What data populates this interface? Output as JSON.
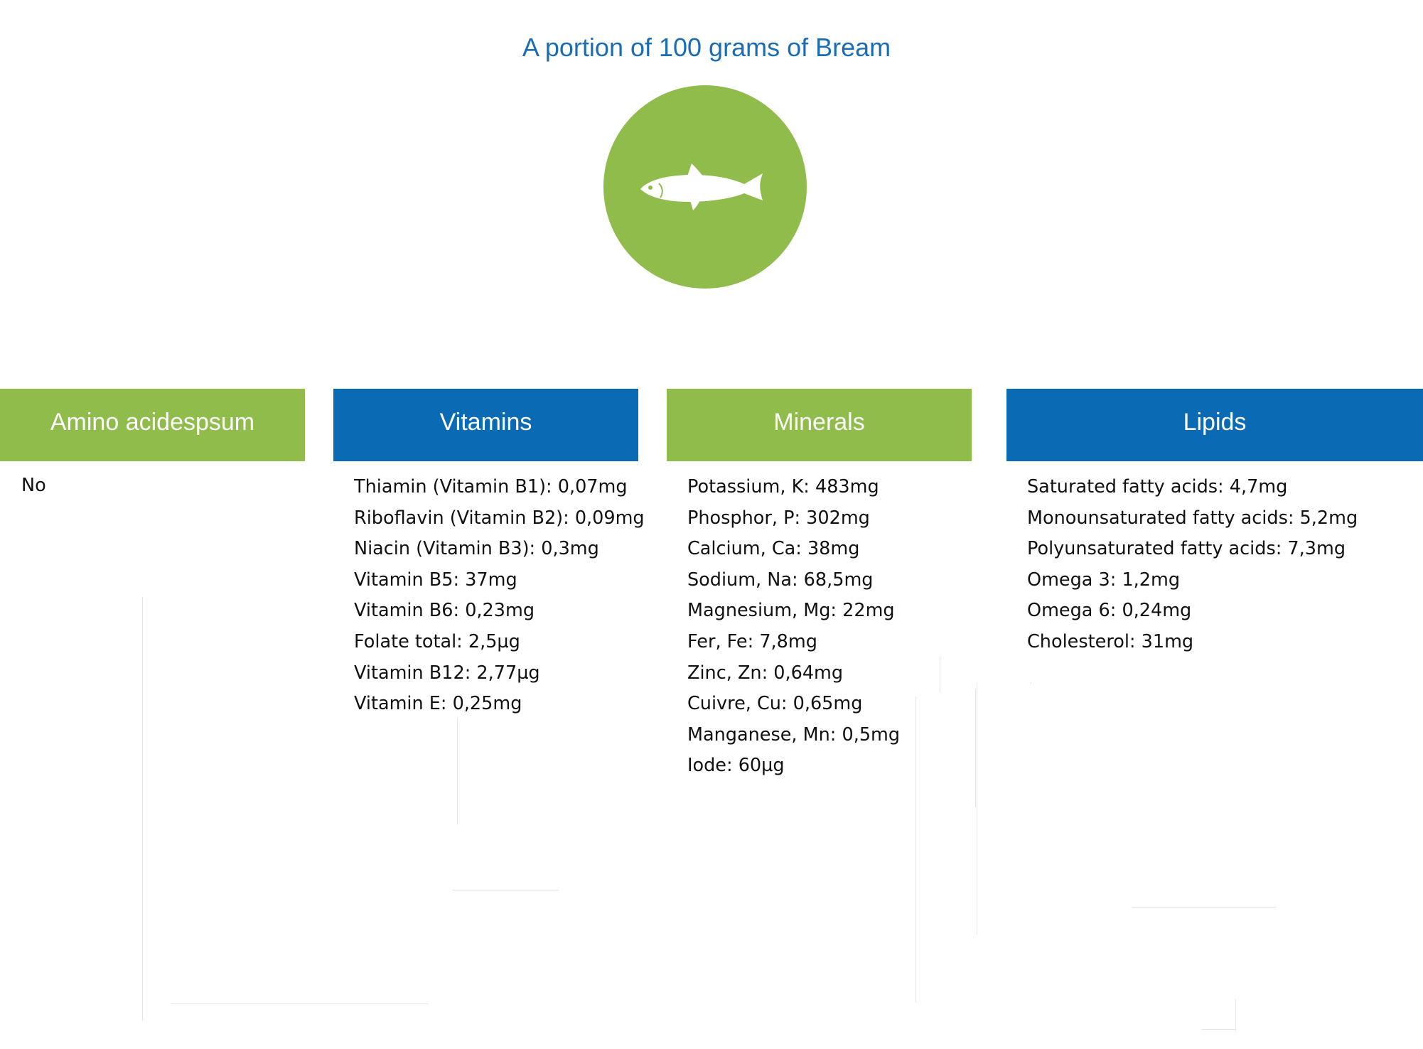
{
  "title": "A portion of 100 grams of Bream",
  "icon": "fish-icon",
  "colors": {
    "title": "#1a6db5",
    "green": "#8fbc4a",
    "blue": "#0b6ab4"
  },
  "columns": [
    {
      "heading": "Amino acidespsum",
      "color": "green",
      "items": [
        "No"
      ]
    },
    {
      "heading": "Vitamins",
      "color": "blue",
      "items": [
        "Thiamin (Vitamin B1): 0,07mg",
        "Riboflavin (Vitamin B2): 0,09mg",
        "Niacin (Vitamin B3): 0,3mg",
        "Vitamin B5: 37mg",
        "Vitamin B6: 0,23mg",
        "Folate total: 2,5µg",
        "Vitamin B12: 2,77µg",
        "Vitamin E: 0,25mg"
      ]
    },
    {
      "heading": "Minerals",
      "color": "green",
      "items": [
        "Potassium, K: 483mg",
        "Phosphor, P: 302mg",
        "Calcium, Ca: 38mg",
        "Sodium, Na: 68,5mg",
        "Magnesium, Mg: 22mg",
        "Fer, Fe: 7,8mg",
        "Zinc, Zn: 0,64mg",
        "Cuivre, Cu: 0,65mg",
        "Manganese, Mn: 0,5mg",
        "Iode: 60µg"
      ]
    },
    {
      "heading": "Lipids",
      "color": "blue",
      "items": [
        "Saturated fatty acids: 4,7mg",
        "Monounsaturated fatty acids: 5,2mg",
        "Polyunsaturated fatty acids: 7,3mg",
        "Omega 3: 1,2mg",
        "Omega 6: 0,24mg",
        "Cholesterol: 31mg"
      ]
    }
  ]
}
